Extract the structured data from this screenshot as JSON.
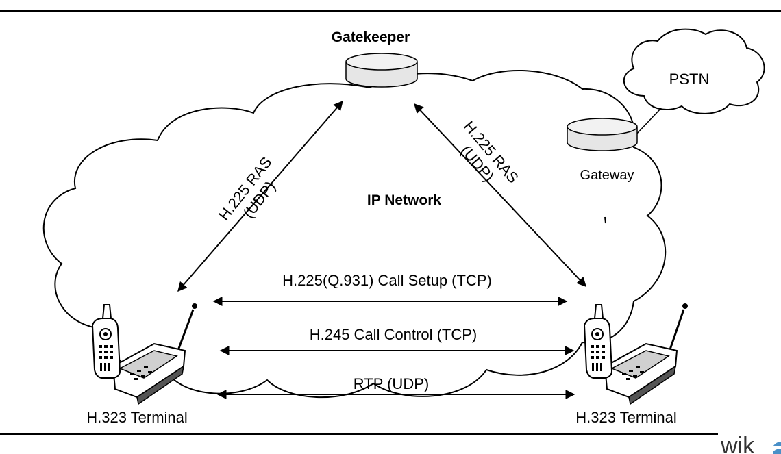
{
  "nodes": {
    "gatekeeper": {
      "label": "Gatekeeper",
      "icon": "server-cylinder-icon"
    },
    "gateway": {
      "label": "Gateway",
      "icon": "server-cylinder-icon"
    },
    "pstn": {
      "label": "PSTN",
      "icon": "cloud-icon"
    },
    "ip_network": {
      "label": "IP Network",
      "icon": "cloud-icon"
    },
    "terminal_left": {
      "label": "H.323 Terminal",
      "icon": "cordless-phone-icon"
    },
    "terminal_right": {
      "label": "H.323 Terminal",
      "icon": "cordless-phone-icon"
    }
  },
  "edges": {
    "ras_left": {
      "line1": "H.225 RAS",
      "line2": "(UDP)"
    },
    "ras_right": {
      "line1": "H.225 RAS",
      "line2": "(UDP)"
    },
    "call_setup": "H.225(Q.931) Call Setup (TCP)",
    "call_control": "H.245 Call Control (TCP)",
    "rtp": "RTP (UDP)"
  },
  "logo": {
    "text": "wik",
    "accent": "#4a90c8"
  },
  "colors": {
    "stroke": "#000000",
    "device_fill": "#e6e6e6",
    "background": "#ffffff"
  }
}
